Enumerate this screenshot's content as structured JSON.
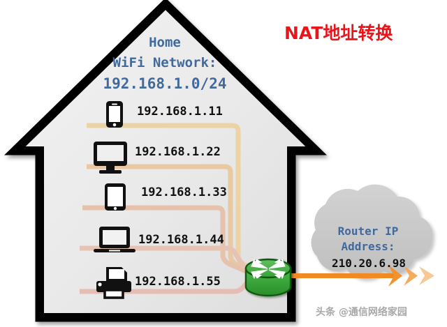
{
  "title": "NAT地址转换",
  "title_color": "#e8151b",
  "house": {
    "network_label_line1": "Home",
    "network_label_line2": "WiFi Network:",
    "network_label_line3": "192.168.1.0/24",
    "label_color": "#41699b",
    "devices": [
      {
        "icon": "smartphone-icon",
        "ip": "192.168.1.11",
        "cable_color": "#ecd2a4"
      },
      {
        "icon": "desktop-monitor-icon",
        "ip": "192.168.1.22",
        "cable_color": "#e8c9a2"
      },
      {
        "icon": "tablet-icon",
        "ip": "192.168.1.33",
        "cable_color": "#e6c1ab"
      },
      {
        "icon": "laptop-icon",
        "ip": "192.168.1.44",
        "cable_color": "#e7c3b4"
      },
      {
        "icon": "printer-icon",
        "ip": "192.168.1.55",
        "cable_color": "#e5bdb3"
      }
    ]
  },
  "router": {
    "icon": "router-icon",
    "color": "#3da83d"
  },
  "cloud": {
    "label_line1": "Router IP",
    "label_line2": "Address:",
    "public_ip": "210.20.6.98",
    "label_color": "#41699b",
    "fill": "#c9c9c9",
    "arrow_color": "#f08a22"
  },
  "watermark": "头条 @通信网络家园"
}
